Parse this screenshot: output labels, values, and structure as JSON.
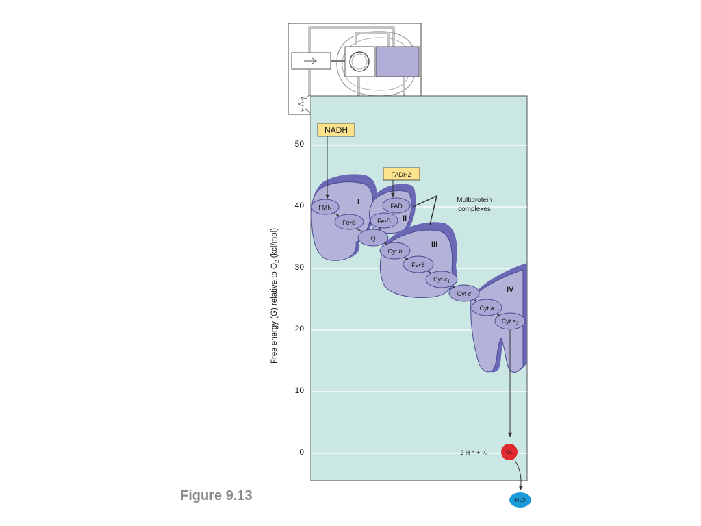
{
  "figure_caption": "Figure 9.13",
  "axis": {
    "ylabel": "Free energy (G) relative to O₂ (kcl/mol)",
    "ylabel_parts": [
      "Free energy (",
      "G",
      ") relative to O",
      "2",
      " (kcl/mol)"
    ],
    "ticks": [
      "50",
      "40",
      "30",
      "20",
      "10",
      "0"
    ]
  },
  "labels": {
    "nadh": "NADH",
    "fadh2": "FADH2",
    "multiprotein_line1": "Multiprotein",
    "multiprotein_line2": "complexes",
    "complex_1": "I",
    "complex_2": "II",
    "complex_3": "III",
    "complex_4": "IV",
    "fmn": "FMN",
    "fes_1": "Fe•S",
    "fad": "FAD",
    "fes_2": "Fe•S",
    "q": "Q",
    "cyt_b_prefix": "Cyt ",
    "cyt_b_letter": "b",
    "fes_3": "Fe•S",
    "cyt_c1_prefix": "Cyt ",
    "cyt_c1_letter": "c",
    "cyt_c1_sub": "1",
    "cyt_c_prefix": "Cyt ",
    "cyt_c_letter": "c",
    "cyt_a_prefix": "Cyt ",
    "cyt_a_letter": "a",
    "cyt_a3_prefix": "Cyt ",
    "cyt_a3_letter": "a",
    "cyt_a3_sub": "3",
    "protons_text": "2 H ⁺ + ¹⁄₂",
    "o2": "O",
    "o2_sub": "2",
    "h2o_h": "H",
    "h2o_sub": "2",
    "h2o_o": "O"
  },
  "colors": {
    "panel_bg": "#cbe7e4",
    "protein_fill": "#b3b2d9",
    "protein_dark": "#6b68b6",
    "carrier_fill": "#a9a8d4",
    "label_box": "#fbe38d",
    "o2_red": "#e0282e",
    "h2o_blue": "#1a9ad6",
    "inset_box": "#b1aed8"
  }
}
